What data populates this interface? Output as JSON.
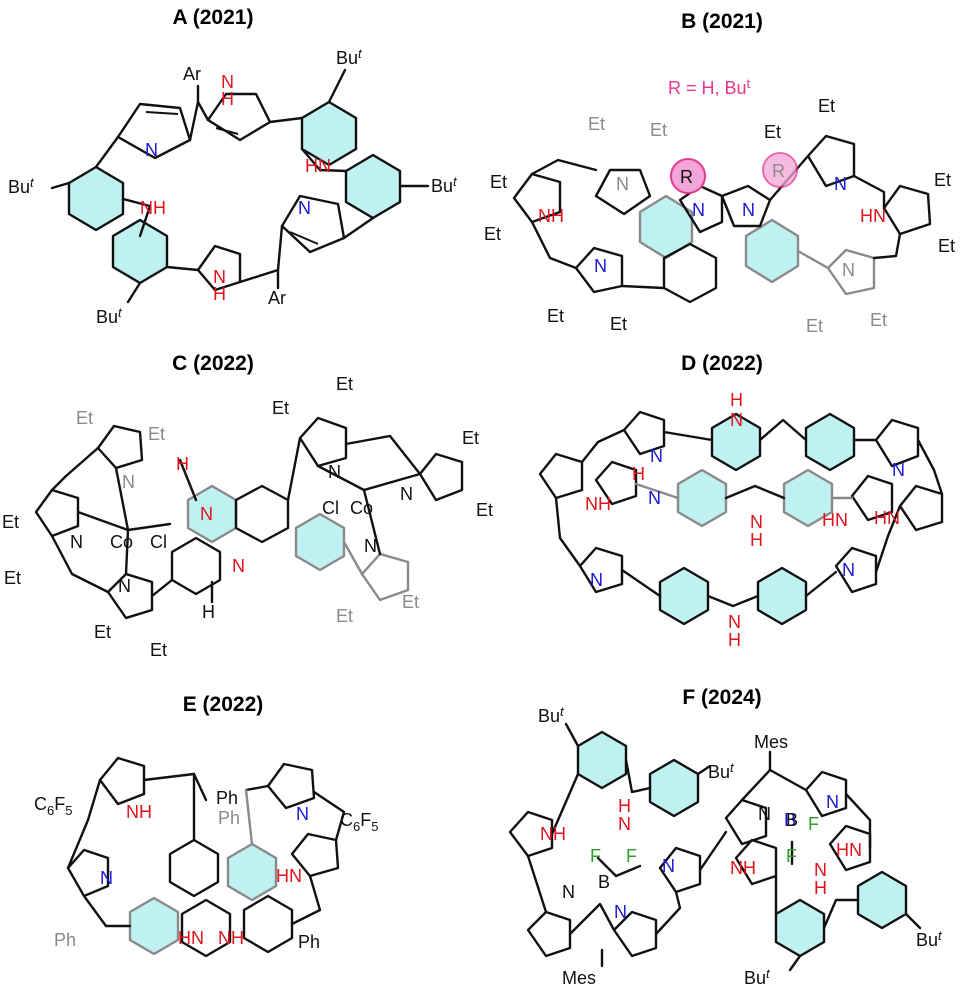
{
  "panels": [
    {
      "id": "A",
      "title": "A (2021)"
    },
    {
      "id": "B",
      "title": "B (2021)",
      "note": "R = H, Bu",
      "note_sup": "t"
    },
    {
      "id": "C",
      "title": "C (2022)"
    },
    {
      "id": "D",
      "title": "D (2022)"
    },
    {
      "id": "E",
      "title": "E (2022)"
    },
    {
      "id": "F",
      "title": "F (2024)"
    }
  ],
  "labels": {
    "bu": "Bu",
    "t": "t",
    "ar": "Ar",
    "et": "Et",
    "nh": "NH",
    "hn": "HN",
    "n": "N",
    "h": "H",
    "r": "R",
    "co": "Co",
    "cl": "Cl",
    "ph": "Ph",
    "c6f5_c": "C",
    "c6f5_6": "6",
    "c6f5_f": "F",
    "c6f5_5": "5",
    "b": "B",
    "f": "F",
    "mes": "Mes"
  },
  "colors": {
    "bond": "#111111",
    "grey": "#8a8a8a",
    "nitrogen": "#1a1ad6",
    "nh": "#e0141e",
    "fluorine": "#2a9d2a",
    "note": "#e8368f",
    "ring_fill": "#bff1f1",
    "marker_fill": "#f2a6d8"
  }
}
